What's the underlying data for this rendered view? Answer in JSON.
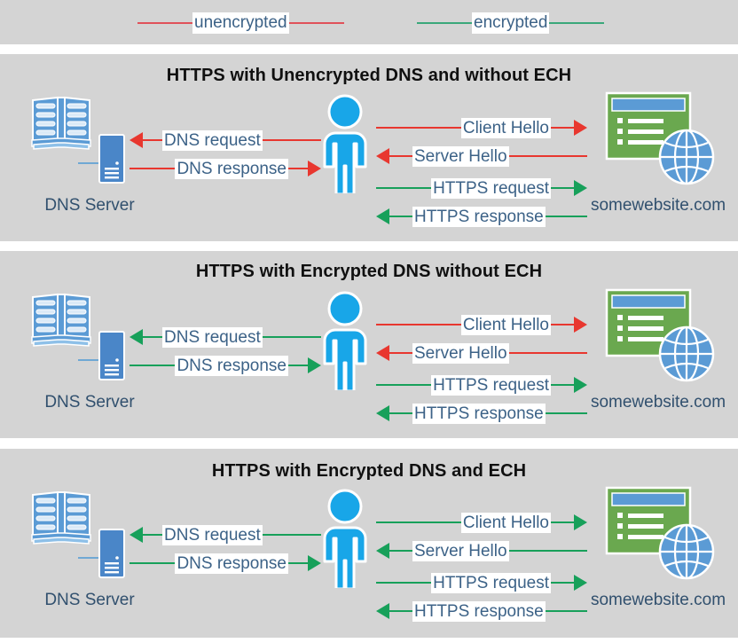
{
  "legend": {
    "items": [
      {
        "key": "unencrypted",
        "label": "unencrypted",
        "color": "#e0525a"
      },
      {
        "key": "encrypted",
        "label": "encrypted",
        "color": "#3aa87a"
      }
    ]
  },
  "colors": {
    "panel_background": "#d4d4d4",
    "page_background": "#ffffff",
    "unencrypted": "#e8372f",
    "encrypted": "#17a05a",
    "label_text": "#3c6287",
    "title_text": "#101010",
    "person": "#18a6e8",
    "book": "#5b9bd5",
    "server": "#4a86c8",
    "site_window": "#6aa84f",
    "site_titlebar": "#5b9bd5",
    "globe": "#5b9bd5"
  },
  "nodes": {
    "dns_server_label": "DNS Server",
    "website_label": "somewebsite.com",
    "dns_icon": "book-and-server-icon",
    "user_icon": "person-icon",
    "website_icon": "browser-window-globe-icon"
  },
  "panels": [
    {
      "id": "panel-1",
      "title": "HTTPS with Unencrypted DNS and without ECH",
      "dns_messages": [
        {
          "label": "DNS request",
          "direction": "left",
          "encrypted": false
        },
        {
          "label": "DNS response",
          "direction": "right",
          "encrypted": false
        }
      ],
      "web_messages": [
        {
          "label": "Client Hello",
          "direction": "right",
          "encrypted": false
        },
        {
          "label": "Server Hello",
          "direction": "left",
          "encrypted": false
        },
        {
          "label": "HTTPS request",
          "direction": "right",
          "encrypted": true
        },
        {
          "label": "HTTPS response",
          "direction": "left",
          "encrypted": true
        }
      ]
    },
    {
      "id": "panel-2",
      "title": "HTTPS with Encrypted DNS without ECH",
      "dns_messages": [
        {
          "label": "DNS request",
          "direction": "left",
          "encrypted": true
        },
        {
          "label": "DNS response",
          "direction": "right",
          "encrypted": true
        }
      ],
      "web_messages": [
        {
          "label": "Client Hello",
          "direction": "right",
          "encrypted": false
        },
        {
          "label": "Server Hello",
          "direction": "left",
          "encrypted": false
        },
        {
          "label": "HTTPS request",
          "direction": "right",
          "encrypted": true
        },
        {
          "label": "HTTPS response",
          "direction": "left",
          "encrypted": true
        }
      ]
    },
    {
      "id": "panel-3",
      "title": "HTTPS with Encrypted DNS and ECH",
      "dns_messages": [
        {
          "label": "DNS request",
          "direction": "left",
          "encrypted": true
        },
        {
          "label": "DNS response",
          "direction": "right",
          "encrypted": true
        }
      ],
      "web_messages": [
        {
          "label": "Client Hello",
          "direction": "right",
          "encrypted": true
        },
        {
          "label": "Server Hello",
          "direction": "left",
          "encrypted": true
        },
        {
          "label": "HTTPS request",
          "direction": "right",
          "encrypted": true
        },
        {
          "label": "HTTPS response",
          "direction": "left",
          "encrypted": true
        }
      ]
    }
  ]
}
